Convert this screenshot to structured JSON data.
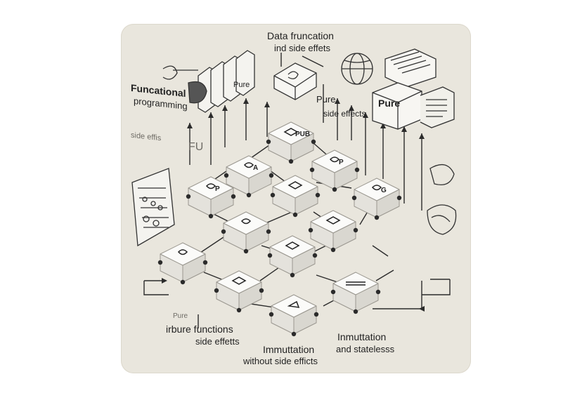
{
  "labels": {
    "top_title_1": "Data fruncation",
    "top_title_2": "ind side effets",
    "left_title_1": "Funcational",
    "left_title_2": "programming",
    "left_side": "side effis",
    "pure_small": "Pure",
    "pure_right_1": "Pure",
    "pure_right_2": "side effects",
    "pure_box": "Pure",
    "fu_text": "FU",
    "bottom_left_1": "Pure",
    "bottom_left_2": "irbure functions",
    "bottom_left_3": "side effetts",
    "bottom_center_1": "Immuttation",
    "bottom_center_2": "without side efficts",
    "bottom_right_1": "Inmuttation",
    "bottom_right_2": "and statelesss"
  },
  "cube_labels": [
    "P",
    "A",
    "PUB",
    "P",
    "G",
    "",
    "",
    "",
    "",
    "",
    "",
    "",
    ""
  ],
  "colors": {
    "panel": "#e9e6dd",
    "cube_top": "#fbfbf9",
    "cube_side": "#e4e2dc",
    "line": "#2b2b2b"
  }
}
